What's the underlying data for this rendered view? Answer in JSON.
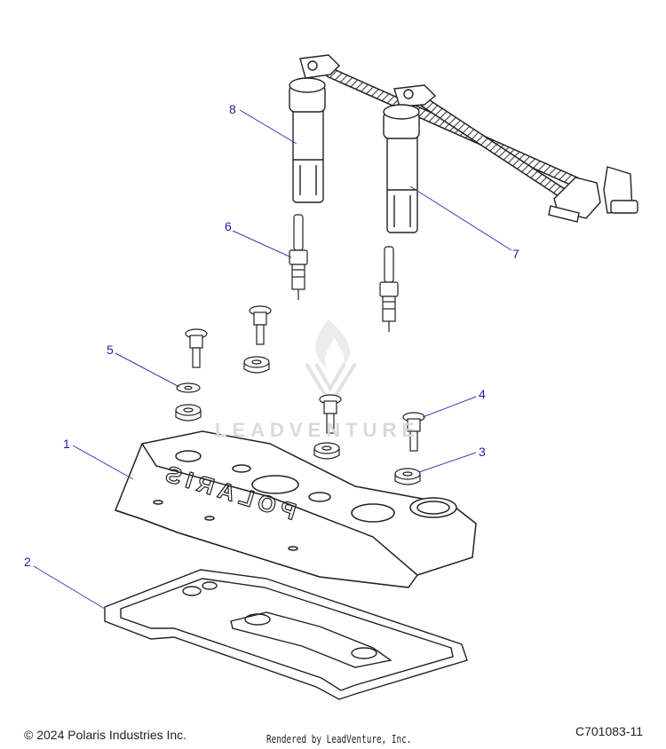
{
  "callouts": [
    {
      "id": "1",
      "label": "1"
    },
    {
      "id": "2",
      "label": "2"
    },
    {
      "id": "3",
      "label": "3"
    },
    {
      "id": "4",
      "label": "4"
    },
    {
      "id": "5",
      "label": "5"
    },
    {
      "id": "6",
      "label": "6"
    },
    {
      "id": "7",
      "label": "7"
    },
    {
      "id": "8",
      "label": "8"
    }
  ],
  "cover_brand_text": "POLARIS",
  "watermark": "LEADVENTURE",
  "footer": {
    "copyright": "© 2024 Polaris Industries Inc.",
    "rendered_by": "Rendered by LeadVenture, Inc.",
    "drawing_number": "C701083-11"
  },
  "colors": {
    "callout": "#1a1aa8",
    "leader": "#3a3ab0",
    "outline": "#222222",
    "part_fill": "#ffffff",
    "watermark": "#d9d9d9"
  }
}
